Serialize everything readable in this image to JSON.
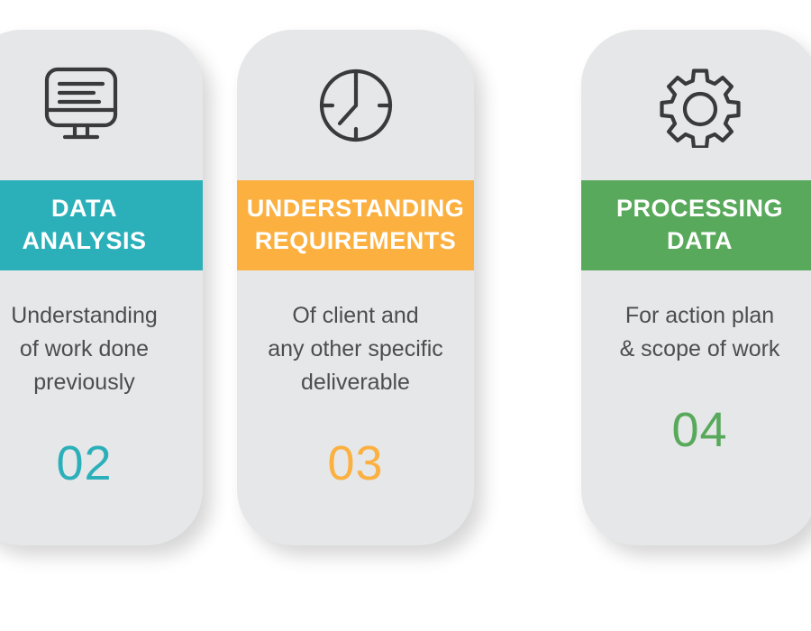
{
  "page": {
    "background_color": "#ffffff",
    "card_background_color": "#e5e7e8",
    "body_text_color": "#4d4d4f"
  },
  "cards": [
    {
      "icon": "monitor-document-icon",
      "title_line1": "DATA",
      "title_line2": "ANALYSIS",
      "band_color": "#2bb0ba",
      "body_line1": "Understanding",
      "body_line2": "of work done",
      "body_line3": "previously",
      "number": "02",
      "number_color": "#2bb0ba"
    },
    {
      "icon": "clock-icon",
      "title_line1": "UNDERSTANDING",
      "title_line2": "REQUIREMENTS",
      "band_color": "#fbb040",
      "body_line1": "Of client and",
      "body_line2": "any other specific",
      "body_line3": "deliverable",
      "number": "03",
      "number_color": "#fbb040"
    },
    {
      "icon": "gear-icon",
      "title_line1": "PROCESSING",
      "title_line2": "DATA",
      "band_color": "#58a95b",
      "body_line1": "For action plan",
      "body_line2": "& scope of work",
      "body_line3": "",
      "number": "04",
      "number_color": "#58a95b"
    }
  ]
}
